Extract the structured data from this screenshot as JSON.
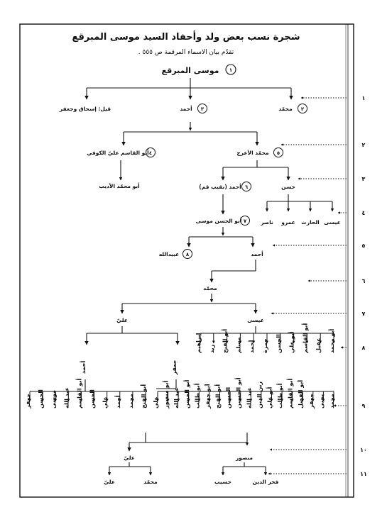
{
  "title": "شجرة نسب بعض ولد وأحفاد السيد موسى المبرقع",
  "subtitle": "تقدّم بيان الاسماء المرقمة ص ٥٥٥ .",
  "generations": [
    "١",
    "٢",
    "٣",
    "٤",
    "٥",
    "٦",
    "٧",
    "٨",
    "٩",
    "١٠",
    "١١"
  ],
  "root": {
    "num": "١",
    "name": "موسى المبرقع"
  },
  "gen1": {
    "right": {
      "num": "٢",
      "name": "محمّد"
    },
    "mid": {
      "num": "٣",
      "name": "أحمد"
    },
    "left": {
      "name": "قيل: إسحاق وجعفر"
    }
  },
  "gen2": {
    "right": {
      "num": "٥",
      "name": "محمّد الأعرج"
    },
    "left": {
      "num": "٤",
      "name": "أبو القاسم عليّ الكوفي"
    }
  },
  "gen3": {
    "right": {
      "name": "حسن"
    },
    "mid": {
      "num": "٦",
      "name": "أحمد (نقيب قم)"
    },
    "left": {
      "name": "أبو محمّد الأديب"
    }
  },
  "gen4": {
    "sons": [
      "عيسى",
      "الحارث",
      "عمرو",
      "ناصر"
    ],
    "main": {
      "num": "٧",
      "name": "أبو الحسن موسى"
    }
  },
  "gen5": {
    "right": {
      "name": "أحمد"
    },
    "left": {
      "num": "٨",
      "name": "عبيدالله"
    }
  },
  "gen6": {
    "name": "محمّد"
  },
  "gen7": {
    "right": "عيسى",
    "left": "عليّ"
  },
  "gen8": {
    "right_children": [
      "أبو محمد",
      "عقيل",
      "أبو القاسم",
      "أبو علي",
      "الحسن",
      "حمزة",
      "أحمد",
      "مسلم",
      "أبو الفتح",
      "زيد",
      "إبراهيم"
    ],
    "left_a": "جعفر",
    "left_b": "أحمد"
  },
  "gen9": {
    "right_children": [
      "محمد",
      "يحيى",
      "جعفر",
      "أبو الفضل",
      "أبو القاسم",
      "أبو طالب",
      "أبو علي",
      "زين الدين",
      "عبد الله",
      "أبو الحسين",
      "الحسين",
      "أبو الفتح",
      "أبو جعفر",
      "أبو طالب",
      "أبو الحسن",
      "عبد الله",
      "أبو منصور",
      "علي"
    ],
    "left_children": [
      "أبو الفتح",
      "محمد",
      "أحمد",
      "علي",
      "الحسن",
      "أبو القاسم",
      "عبد الله",
      "موسى",
      "الحسن",
      "جعفر"
    ]
  },
  "gen10": {
    "right": "منصور",
    "left": "عليّ"
  },
  "gen11": {
    "under_right": [
      "فخر الدين",
      "حسيب"
    ],
    "under_left": [
      "محمّد",
      "عليّ"
    ]
  }
}
